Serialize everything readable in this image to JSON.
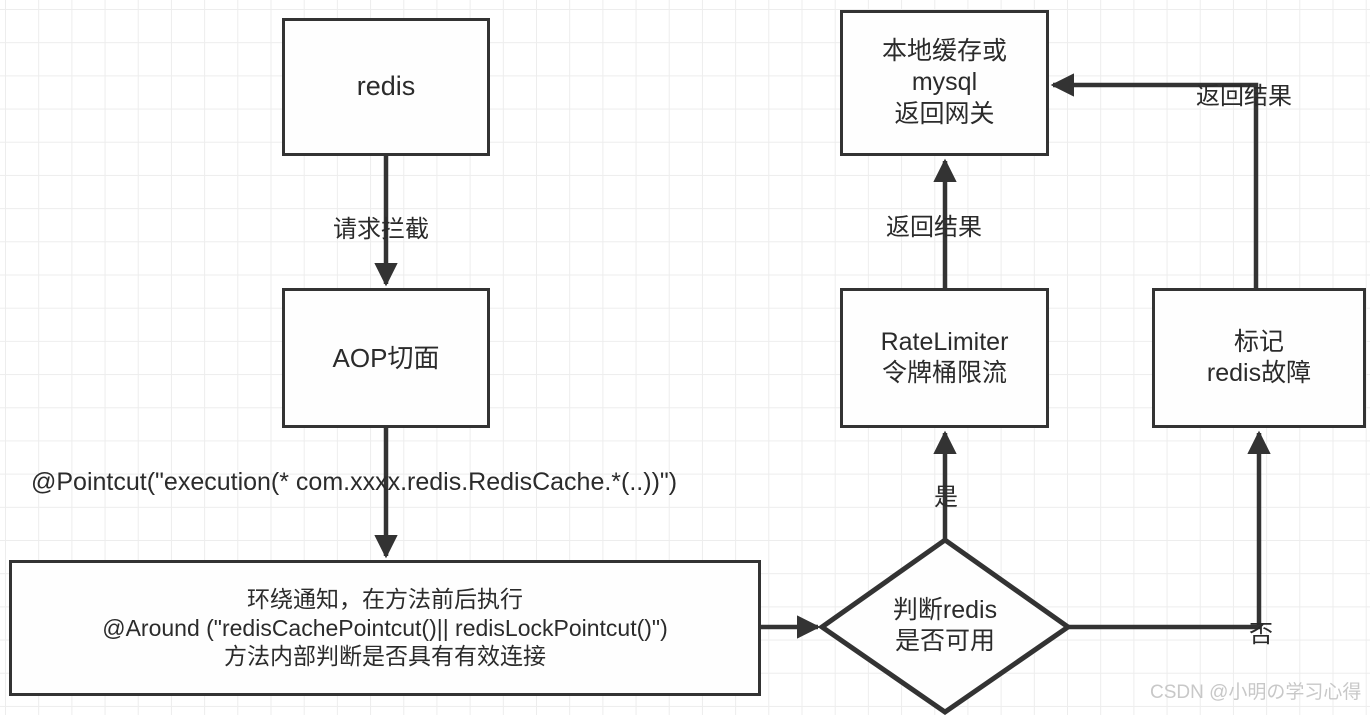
{
  "diagram": {
    "title": "redis AOP 限流与降级流程图",
    "stroke_color": "#333333",
    "fill_color": "#fefefe",
    "grid_color": "#ededed",
    "nodes": {
      "redis": {
        "label": "redis",
        "shape": "rect"
      },
      "aop": {
        "label": "AOP切面",
        "shape": "rect"
      },
      "around": {
        "label": "环绕通知，在方法前后执行\n@Around (\"redisCachePointcut()|| redisLockPointcut()\")\n方法内部判断是否具有有效连接",
        "shape": "rect"
      },
      "gateway": {
        "label": "本地缓存或\nmysql\n返回网关",
        "shape": "rect"
      },
      "ratelimiter": {
        "label": "RateLimiter\n令牌桶限流",
        "shape": "rect"
      },
      "mark": {
        "label": "标记\nredis故障",
        "shape": "rect"
      },
      "decision": {
        "label": "判断redis\n是否可用",
        "shape": "diamond"
      }
    },
    "edge_labels": {
      "intercept": "请求拦截",
      "pointcut": "@Pointcut(\"execution(* com.xxxx.redis.RedisCache.*(..))\")",
      "return_middle": "返回结果",
      "return_top": "返回结果",
      "yes": "是",
      "no": "否"
    },
    "watermark": "CSDN @小明の学习心得"
  }
}
